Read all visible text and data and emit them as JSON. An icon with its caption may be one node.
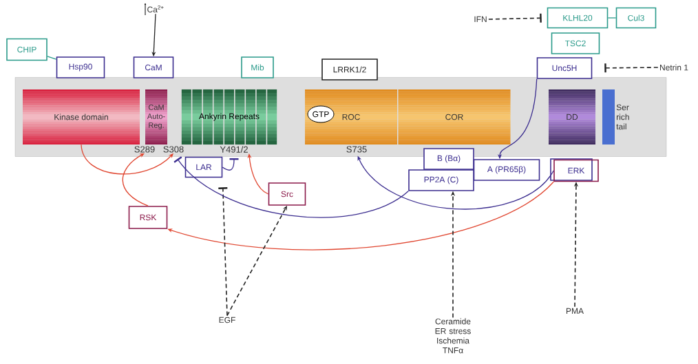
{
  "diagram": {
    "nodes": [
      {
        "text": [],
        "shape": "bar"
      },
      {
        "text": [
          "Kinase domain"
        ],
        "in": 0
      },
      {
        "text": [
          "CaM Auto-Reg."
        ],
        "in": 0
      },
      {
        "text": [
          "Ankyrin Repeats"
        ],
        "in": 0
      },
      {
        "text": [
          "ROC"
        ],
        "in": 0
      },
      {
        "text": [
          "GTP"
        ],
        "in": 4
      },
      {
        "text": [
          "COR"
        ],
        "in": 0
      },
      {
        "text": [
          "DD"
        ],
        "in": 0
      },
      {
        "text": [
          "Ser rich tail"
        ],
        "in": 0
      },
      {
        "text": [
          "S289"
        ],
        "in": 0
      },
      {
        "text": [
          "S308"
        ],
        "in": 0
      },
      {
        "text": [
          "Y491/2"
        ],
        "in": 0
      },
      {
        "text": [
          "S735"
        ],
        "in": 0
      },
      {
        "text": [
          "CHIP"
        ]
      },
      {
        "text": [
          "Hsp90"
        ]
      },
      {
        "text": [
          "CaM"
        ]
      },
      {
        "text": [
          "Ca$^{2+}$"
        ]
      },
      {
        "text": [
          "Mib"
        ]
      },
      {
        "text": [
          "LRRK1/2"
        ]
      },
      {
        "text": [
          "IFN"
        ]
      },
      {
        "text": [
          "KLHL20"
        ]
      },
      {
        "text": [
          "Cul3"
        ]
      },
      {
        "text": [
          "TSC2"
        ]
      },
      {
        "text": [
          "Unc5H"
        ]
      },
      {
        "text": [
          "Netrin 1"
        ]
      },
      {
        "text": [
          "LAR"
        ]
      },
      {
        "text": [
          "Src"
        ]
      },
      {
        "text": [
          "RSK"
        ]
      },
      {
        "text": [
          "B (Bα)"
        ]
      },
      {
        "text": [
          "A (PR65β)"
        ]
      },
      {
        "text": [
          "PP2A (C)"
        ]
      },
      {
        "text": [
          "ERK"
        ]
      },
      {
        "text": [
          "EGF"
        ]
      },
      {
        "text": [
          "Ceramide ER stress Ischemia TNFα"
        ]
      },
      {
        "text": [
          "PMA"
        ]
      }
    ],
    "edges": [
      {
        "from": 13,
        "to": 14,
        "arrow": "none",
        "color": "#2a9a8a"
      },
      {
        "from": 20,
        "to": 21,
        "arrow": "none",
        "color": "#2a9a8a"
      },
      {
        "from": 16,
        "to": 15,
        "arrow": "to"
      },
      {
        "from": 19,
        "to": 20,
        "arrow": "other",
        "style": "dashed"
      },
      {
        "from": 24,
        "to": 23,
        "arrow": "other",
        "style": "dashed"
      },
      {
        "from": 1,
        "to": 10,
        "arrow": "to",
        "color": "#e0452f"
      },
      {
        "from": 27,
        "to": 9,
        "arrow": "to",
        "color": "#e0452f"
      },
      {
        "from": 26,
        "to": 11,
        "arrow": "to",
        "color": "#e0452f"
      },
      {
        "from": 31,
        "to": 27,
        "arrow": "to",
        "color": "#e0452f"
      },
      {
        "from": 34,
        "to": 31,
        "arrow": "to",
        "style": "dashed"
      },
      {
        "from": 33,
        "to": 30,
        "arrow": "to",
        "style": "dashed"
      },
      {
        "from": 32,
        "to": 25,
        "arrow": "other",
        "style": "dashed"
      },
      {
        "from": 32,
        "to": 26,
        "arrow": "to",
        "style": "dashed"
      },
      {
        "from": 25,
        "to": 11,
        "arrow": "other",
        "color": "#3b2d8f"
      },
      {
        "from": 30,
        "to": 10,
        "arrow": "other",
        "color": "#3b2d8f"
      },
      {
        "from": 31,
        "to": 12,
        "arrow": "to",
        "color": "#3b2d8f"
      },
      {
        "from": 23,
        "to": 29,
        "arrow": "to",
        "color": "#3b2d8f"
      }
    ]
  }
}
